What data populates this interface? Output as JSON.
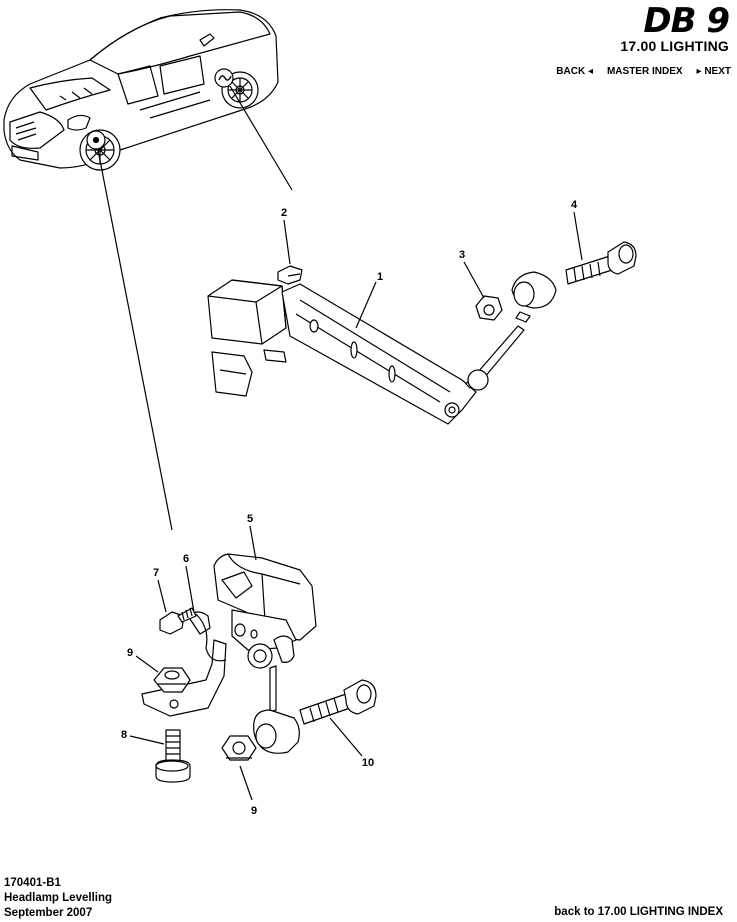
{
  "header": {
    "logo": "DB 9",
    "section_title": "17.00 LIGHTING"
  },
  "nav": {
    "back": "BACK ◂",
    "master_index": "MASTER INDEX",
    "next": "▸ NEXT"
  },
  "diagram": {
    "callouts": [
      "1",
      "2",
      "3",
      "4",
      "5",
      "6",
      "7",
      "8",
      "9",
      "9",
      "10"
    ]
  },
  "footer": {
    "ref": "170401-B1",
    "title": "Headlamp Levelling",
    "date": "September 2007",
    "back_link": "back to 17.00 LIGHTING INDEX"
  }
}
